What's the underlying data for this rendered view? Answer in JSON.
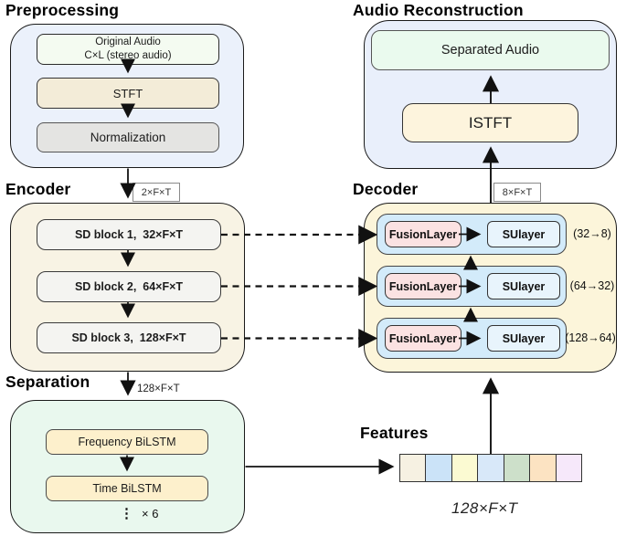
{
  "preprocessing": {
    "title": "Preprocessing",
    "original_audio_line1": "Original Audio",
    "original_audio_line2": "C×L (stereo audio)",
    "stft": "STFT",
    "normalization": "Normalization"
  },
  "encoder": {
    "title": "Encoder",
    "input_dim": "2×F×T",
    "sd_blocks": [
      "SD block 1,  32×F×T",
      "SD block 2,  64×F×T",
      "SD block 3,  128×F×T"
    ]
  },
  "separation": {
    "title": "Separation",
    "input_dim": "128×F×T",
    "frequency_bilstm": "Frequency BiLSTM",
    "time_bilstm": "Time BiLSTM",
    "dots": "⋮",
    "repeat": "× 6"
  },
  "decoder": {
    "title": "Decoder",
    "output_dim": "8×F×T",
    "rows": [
      {
        "fusion": "FusionLayer",
        "su": "SUlayer",
        "channels": "(32→8)"
      },
      {
        "fusion": "FusionLayer",
        "su": "SUlayer",
        "channels": "(64→32)"
      },
      {
        "fusion": "FusionLayer",
        "su": "SUlayer",
        "channels": "(128→64)"
      }
    ]
  },
  "audio_reconstruction": {
    "title": "Audio Reconstruction",
    "separated_audio": "Separated Audio",
    "istft": "ISTFT"
  },
  "features": {
    "title": "Features",
    "dim": "128×F×T",
    "square_colors": [
      "#f6f1e2",
      "#cbe3f8",
      "#fbfad2",
      "#d8e8f9",
      "#cde0ca",
      "#fce3c2",
      "#f6e8fa"
    ]
  },
  "colors": {
    "preprocessing_bg": "#ebf1fb",
    "encoder_bg": "#f8f3e4",
    "separation_bg": "#e9f8ee",
    "decoder_bg": "#fcf5da",
    "audio_reconstruction_bg": "#e9effb",
    "original_audio_bg": "#f4fbf1",
    "stft_bg": "#f3ecd8",
    "normalization_bg": "#e4e4e2",
    "sd_block_bg": "#f4f4f1",
    "bilstm_bg": "#fdf0cc",
    "decoder_row_bg": "#d3ebfa",
    "fusion_bg": "#fbe2e2",
    "su_bg": "#e8f4fc",
    "separated_audio_bg": "#eafaee",
    "istft_bg": "#fdf4dd",
    "line": "#111111"
  }
}
